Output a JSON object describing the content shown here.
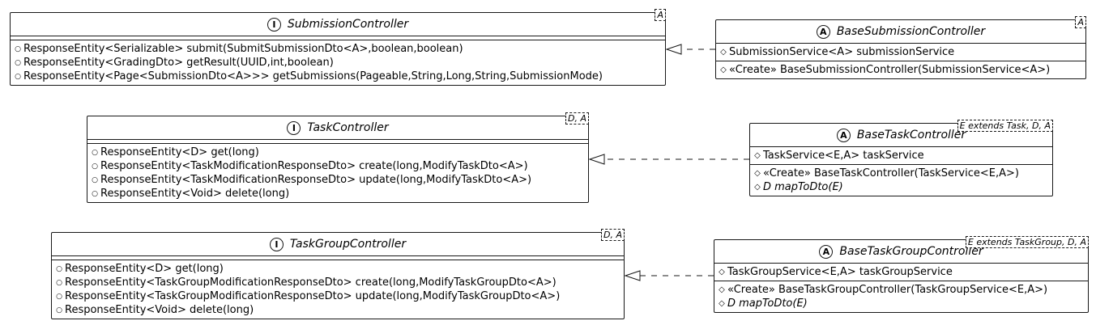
{
  "classes": [
    {
      "id": "submission-controller",
      "kind": "interface",
      "badge": "I",
      "name": "SubmissionController",
      "tparams": "A",
      "fields": [],
      "methods": [
        {
          "vis": "public",
          "text": "ResponseEntity<Serializable> submit(SubmitSubmissionDto<A>,boolean,boolean)"
        },
        {
          "vis": "public",
          "text": "ResponseEntity<GradingDto> getResult(UUID,int,boolean)"
        },
        {
          "vis": "public",
          "text": "ResponseEntity<Page<SubmissionDto<A>>> getSubmissions(Pageable,String,Long,String,SubmissionMode)"
        }
      ]
    },
    {
      "id": "base-submission-controller",
      "kind": "abstract",
      "badge": "A",
      "name": "BaseSubmissionController",
      "tparams": "A",
      "fields": [
        {
          "vis": "protected",
          "text": "SubmissionService<A> submissionService"
        }
      ],
      "methods": [
        {
          "vis": "protected",
          "text": "«Create» BaseSubmissionController(SubmissionService<A>)"
        }
      ]
    },
    {
      "id": "task-controller",
      "kind": "interface",
      "badge": "I",
      "name": "TaskController",
      "tparams": "D, A",
      "fields": [],
      "methods": [
        {
          "vis": "public",
          "text": "ResponseEntity<D> get(long)"
        },
        {
          "vis": "public",
          "text": "ResponseEntity<TaskModificationResponseDto> create(long,ModifyTaskDto<A>)"
        },
        {
          "vis": "public",
          "text": "ResponseEntity<TaskModificationResponseDto> update(long,ModifyTaskDto<A>)"
        },
        {
          "vis": "public",
          "text": "ResponseEntity<Void> delete(long)"
        }
      ]
    },
    {
      "id": "base-task-controller",
      "kind": "abstract",
      "badge": "A",
      "name": "BaseTaskController",
      "tparams": "E extends Task, D, A",
      "fields": [
        {
          "vis": "protected",
          "text": "TaskService<E,A> taskService"
        }
      ],
      "methods": [
        {
          "vis": "protected",
          "text": "«Create» BaseTaskController(TaskService<E,A>)"
        },
        {
          "vis": "protected",
          "text": "D mapToDto(E)",
          "abstract": true
        }
      ]
    },
    {
      "id": "task-group-controller",
      "kind": "interface",
      "badge": "I",
      "name": "TaskGroupController",
      "tparams": "D, A",
      "fields": [],
      "methods": [
        {
          "vis": "public",
          "text": "ResponseEntity<D> get(long)"
        },
        {
          "vis": "public",
          "text": "ResponseEntity<TaskGroupModificationResponseDto> create(long,ModifyTaskGroupDto<A>)"
        },
        {
          "vis": "public",
          "text": "ResponseEntity<TaskGroupModificationResponseDto> update(long,ModifyTaskGroupDto<A>)"
        },
        {
          "vis": "public",
          "text": "ResponseEntity<Void> delete(long)"
        }
      ]
    },
    {
      "id": "base-task-group-controller",
      "kind": "abstract",
      "badge": "A",
      "name": "BaseTaskGroupController",
      "tparams": "E extends TaskGroup, D, A",
      "fields": [
        {
          "vis": "protected",
          "text": "TaskGroupService<E,A> taskGroupService"
        }
      ],
      "methods": [
        {
          "vis": "protected",
          "text": "«Create» BaseTaskGroupController(TaskGroupService<E,A>)"
        },
        {
          "vis": "protected",
          "text": "D mapToDto(E)",
          "abstract": true
        }
      ]
    }
  ],
  "relations": [
    {
      "type": "realization",
      "from": "base-submission-controller",
      "to": "submission-controller"
    },
    {
      "type": "realization",
      "from": "base-task-controller",
      "to": "task-controller"
    },
    {
      "type": "realization",
      "from": "base-task-group-controller",
      "to": "task-group-controller"
    }
  ]
}
